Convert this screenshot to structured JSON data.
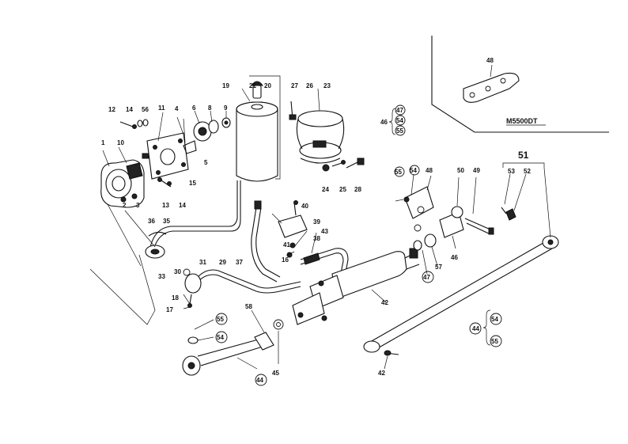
{
  "inset": {
    "model_label": "M5500DT",
    "part_label": "48"
  },
  "brace_groups": {
    "g1": {
      "key": "46",
      "items": [
        "47",
        "54",
        "55"
      ]
    },
    "g2": {
      "key": "44",
      "items": [
        "54",
        "55"
      ]
    }
  },
  "callouts": [
    {
      "id": "c1",
      "text": "1"
    },
    {
      "id": "c2",
      "text": "2"
    },
    {
      "id": "c3",
      "text": "3"
    },
    {
      "id": "c4",
      "text": "4"
    },
    {
      "id": "c5",
      "text": "5"
    },
    {
      "id": "c6",
      "text": "6"
    },
    {
      "id": "c8",
      "text": "8"
    },
    {
      "id": "c9",
      "text": "9"
    },
    {
      "id": "c10",
      "text": "10"
    },
    {
      "id": "c11",
      "text": "11"
    },
    {
      "id": "c12",
      "text": "12"
    },
    {
      "id": "c13",
      "text": "13"
    },
    {
      "id": "c14a",
      "text": "14"
    },
    {
      "id": "c14b",
      "text": "14"
    },
    {
      "id": "c15",
      "text": "15"
    },
    {
      "id": "c16",
      "text": "16"
    },
    {
      "id": "c17",
      "text": "17"
    },
    {
      "id": "c18",
      "text": "18"
    },
    {
      "id": "c19",
      "text": "19"
    },
    {
      "id": "c20",
      "text": "20"
    },
    {
      "id": "c21",
      "text": "21"
    },
    {
      "id": "c23",
      "text": "23"
    },
    {
      "id": "c24",
      "text": "24"
    },
    {
      "id": "c25",
      "text": "25"
    },
    {
      "id": "c26",
      "text": "26"
    },
    {
      "id": "c27",
      "text": "27"
    },
    {
      "id": "c28",
      "text": "28"
    },
    {
      "id": "c29",
      "text": "29"
    },
    {
      "id": "c30",
      "text": "30"
    },
    {
      "id": "c31",
      "text": "31"
    },
    {
      "id": "c33",
      "text": "33"
    },
    {
      "id": "c35",
      "text": "35"
    },
    {
      "id": "c36",
      "text": "36"
    },
    {
      "id": "c37",
      "text": "37"
    },
    {
      "id": "c38",
      "text": "38"
    },
    {
      "id": "c39",
      "text": "39"
    },
    {
      "id": "c40",
      "text": "40"
    },
    {
      "id": "c41",
      "text": "41"
    },
    {
      "id": "c42a",
      "text": "42"
    },
    {
      "id": "c42b",
      "text": "42"
    },
    {
      "id": "c43",
      "text": "43"
    },
    {
      "id": "c45",
      "text": "45"
    },
    {
      "id": "c46",
      "text": "46"
    },
    {
      "id": "c48",
      "text": "48"
    },
    {
      "id": "c49",
      "text": "49"
    },
    {
      "id": "c50",
      "text": "50"
    },
    {
      "id": "c51",
      "text": "51"
    },
    {
      "id": "c52",
      "text": "52"
    },
    {
      "id": "c53",
      "text": "53"
    },
    {
      "id": "c56",
      "text": "56"
    },
    {
      "id": "c57",
      "text": "57"
    },
    {
      "id": "c58",
      "text": "58"
    }
  ],
  "circled_callouts": [
    {
      "id": "k47",
      "text": "47"
    },
    {
      "id": "k44",
      "text": "44"
    },
    {
      "id": "k55a",
      "text": "55"
    },
    {
      "id": "k54a",
      "text": "54"
    },
    {
      "id": "k55b",
      "text": "55"
    },
    {
      "id": "k54b",
      "text": "54"
    }
  ]
}
